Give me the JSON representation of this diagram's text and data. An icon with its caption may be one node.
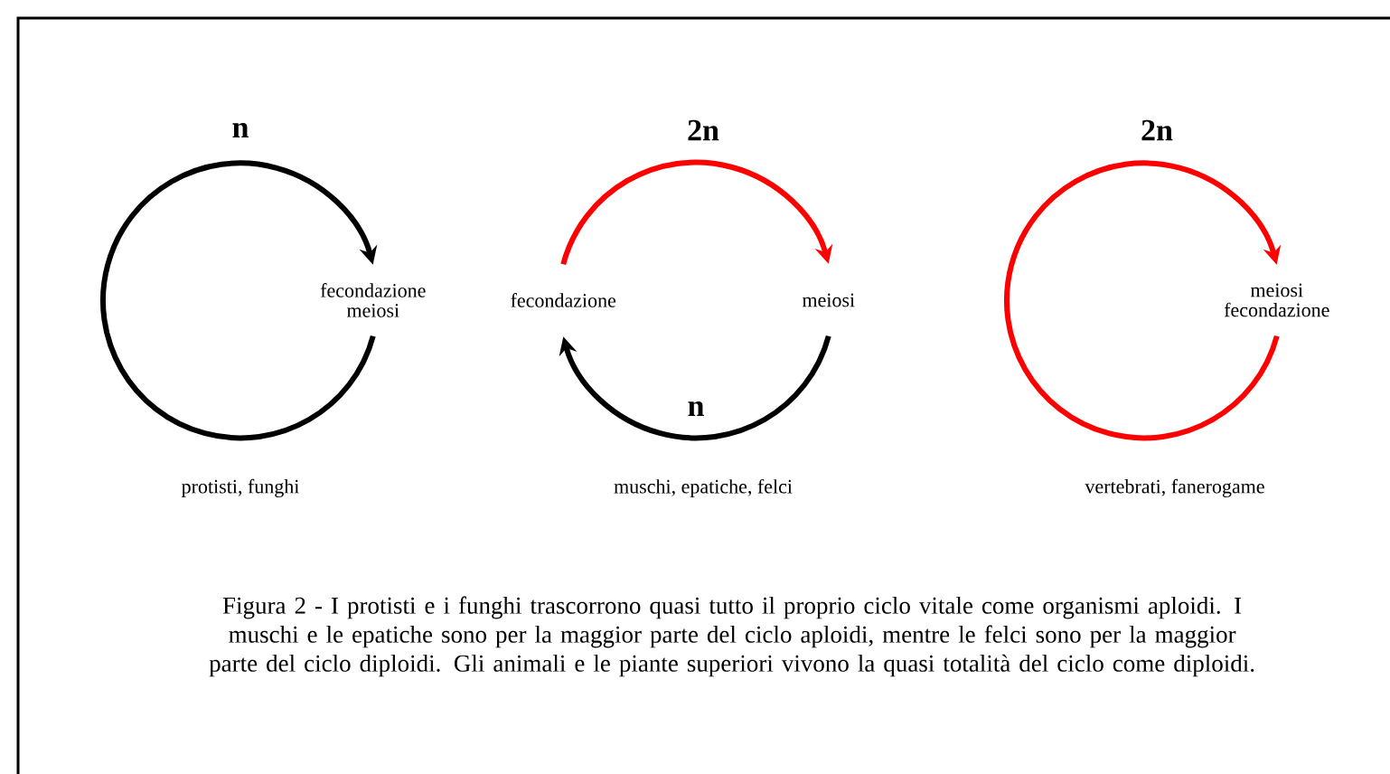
{
  "diagram": {
    "caption": "Figura 2 - I protisti e i funghi trascorrono quasi tutto il proprio ciclo vitale come organismi aploidi. I muschi e le epatiche sono per la maggior parte del ciclo aploidi, mentre le felci sono per la maggior parte del ciclo diploidi. Gli animali e le piante superiori vivono la quasi totalità del ciclo come diploidi.",
    "nodes": [
      {
        "text": [
          "fecondazione meiosi"
        ]
      },
      {
        "text": [
          "fecondazione"
        ]
      },
      {
        "text": [
          "meiosi"
        ]
      },
      {
        "text": [
          "meiosi fecondazione"
        ]
      }
    ],
    "edges": [
      {
        "from": 0,
        "to": 0,
        "arrow": "to",
        "label": "n"
      },
      {
        "from": 1,
        "to": 2,
        "arrow": "to",
        "label": "2n",
        "color": "#ff0000"
      },
      {
        "from": 2,
        "to": 1,
        "arrow": "to",
        "label": "n"
      },
      {
        "from": 3,
        "to": 3,
        "arrow": "to",
        "label": "2n",
        "color": "#ff0000"
      }
    ],
    "labels": [
      "protisti, funghi",
      "muschi, epatiche, felci",
      "vertebrati, fanerogame"
    ]
  }
}
